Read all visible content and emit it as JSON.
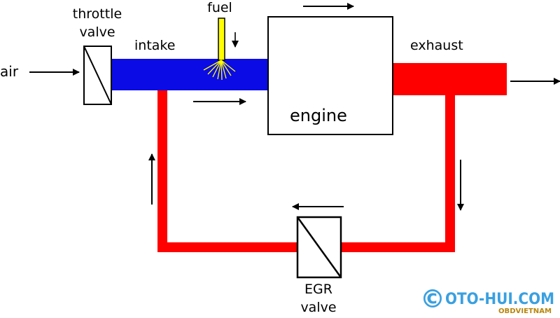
{
  "labels": {
    "air": "air",
    "throttle_line1": "throttle",
    "throttle_line2": "valve",
    "fuel": "fuel",
    "intake": "intake",
    "exhaust": "exhaust",
    "engine": "engine",
    "egr_line1": "EGR",
    "egr_line2": "valve"
  },
  "watermark": {
    "symbol": "©",
    "text": "OTO-HUI.COM",
    "subtext": "OBDVIETNAM"
  },
  "colors": {
    "intake": "#0b0be6",
    "exhaust": "#fe0000",
    "fuel": "#ffff00",
    "outline": "#000000",
    "watermark": "#3aa0e0",
    "watermark_sub": "#b8860b"
  }
}
